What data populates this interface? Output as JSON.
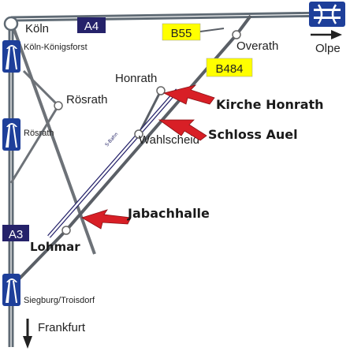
{
  "map": {
    "roads": {
      "a4": "A4",
      "a3": "A3",
      "b55": "B55",
      "b484": "B484"
    },
    "places": {
      "koeln": "Köln",
      "koeln_koenigsforst": "Köln-Königsforst",
      "roesrath_town": "Rösrath",
      "roesrath_exit": "Rösrath",
      "honrath": "Honrath",
      "overath": "Overath",
      "olpe": "Olpe",
      "wahlscheid": "Wahlscheid",
      "lohmar": "Lohmar",
      "siegburg_troisdorf": "Siegburg/Troisdorf",
      "frankfurt": "Frankfurt"
    },
    "landmarks": {
      "kirche_honrath": "Kirche Honrath",
      "schloss_auel": "Schloss Auel",
      "jabachhalle": "Jabachhalle"
    },
    "rail_label": "S-Bahn",
    "colors": {
      "motorway": "#5f6a74",
      "road": "#4a4a4a",
      "marker": "#d81f26",
      "sign_blue": "#1e3f9a",
      "sign_dark": "#25226a",
      "federal_yellow": "#ffff00"
    }
  }
}
